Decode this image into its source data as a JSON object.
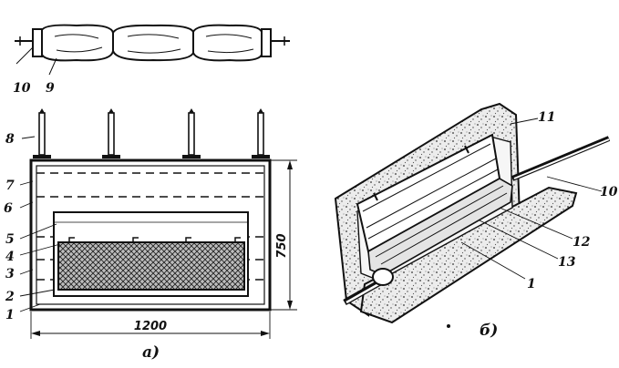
{
  "roll_view": {
    "labels": {
      "clamp": "10",
      "roll": "9"
    }
  },
  "front_view": {
    "labels": {
      "l8": "8",
      "l7": "7",
      "l6": "6",
      "l5": "5",
      "l4": "4",
      "l3": "3",
      "l2": "2",
      "l1": "1"
    },
    "dim_height": "750",
    "dim_width": "1200",
    "caption": "а)"
  },
  "cutaway_view": {
    "labels": {
      "l11": "11",
      "l10": "10",
      "l12": "12",
      "l13": "13",
      "l1": "1"
    },
    "caption": "б)"
  },
  "colors": {
    "ink": "#111111",
    "paper": "#ffffff",
    "fill_gray": "#c8c8c8"
  }
}
